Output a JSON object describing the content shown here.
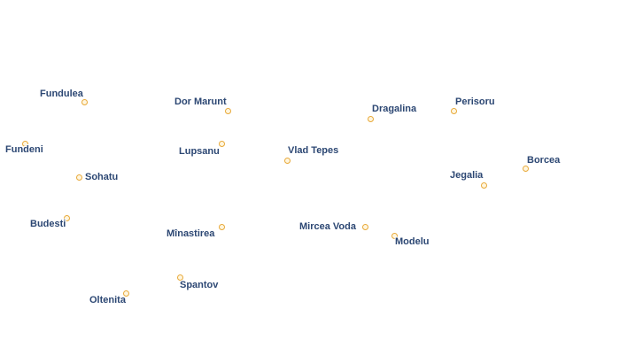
{
  "map": {
    "colors": {
      "label": "#2c4773",
      "halo": "#ffffff",
      "marker": "#e8a93a"
    },
    "places": [
      {
        "name": "Fundulea"
      },
      {
        "name": "Dor Marunt"
      },
      {
        "name": "Dragalina"
      },
      {
        "name": "Perisoru"
      },
      {
        "name": "Fundeni"
      },
      {
        "name": "Lupsanu"
      },
      {
        "name": "Vlad Tepes"
      },
      {
        "name": "Borcea"
      },
      {
        "name": "Sohatu"
      },
      {
        "name": "Jegalia"
      },
      {
        "name": "Budesti"
      },
      {
        "name": "Mînastirea"
      },
      {
        "name": "Mircea Voda"
      },
      {
        "name": "Modelu"
      },
      {
        "name": "Spantov"
      },
      {
        "name": "Oltenita"
      }
    ]
  }
}
